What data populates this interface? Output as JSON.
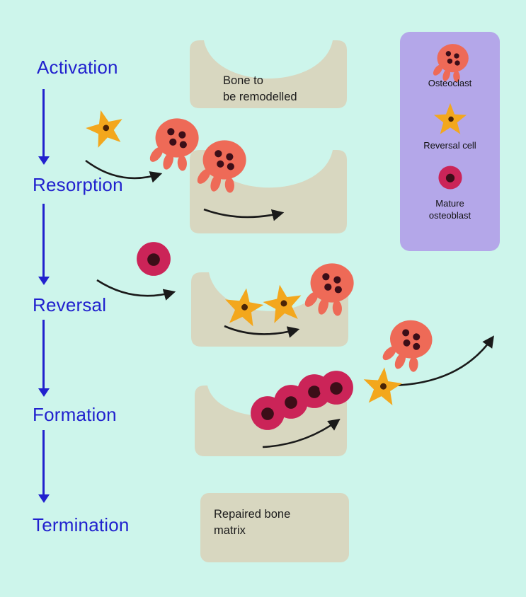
{
  "palette": {
    "background": "#cdf5eb",
    "stage_text": "#2121ce",
    "bone": "#d8d7c0",
    "legend_bg": "#b4a7e9",
    "osteoclast_body": "#ee6a57",
    "cell_nucleus": "#3c0e18",
    "reversal_cell": "#f3a71d",
    "reversal_cell_nucleus": "#4a2407",
    "osteoblast": "#cb2458",
    "arrow": "#1a1a1a"
  },
  "stages": [
    {
      "label": "Activation"
    },
    {
      "label": "Resorption"
    },
    {
      "label": "Reversal"
    },
    {
      "label": "Formation"
    },
    {
      "label": "Termination"
    }
  ],
  "bones": {
    "top_label": {
      "line1": "Bone to",
      "line2": "be remodelled"
    },
    "bottom_label": {
      "line1": "Repaired bone",
      "line2": "matrix"
    }
  },
  "legend": {
    "items": [
      {
        "label": "Osteoclast"
      },
      {
        "label": "Reversal cell"
      },
      {
        "label_line1": "Mature",
        "label_line2": "osteoblast"
      }
    ]
  }
}
